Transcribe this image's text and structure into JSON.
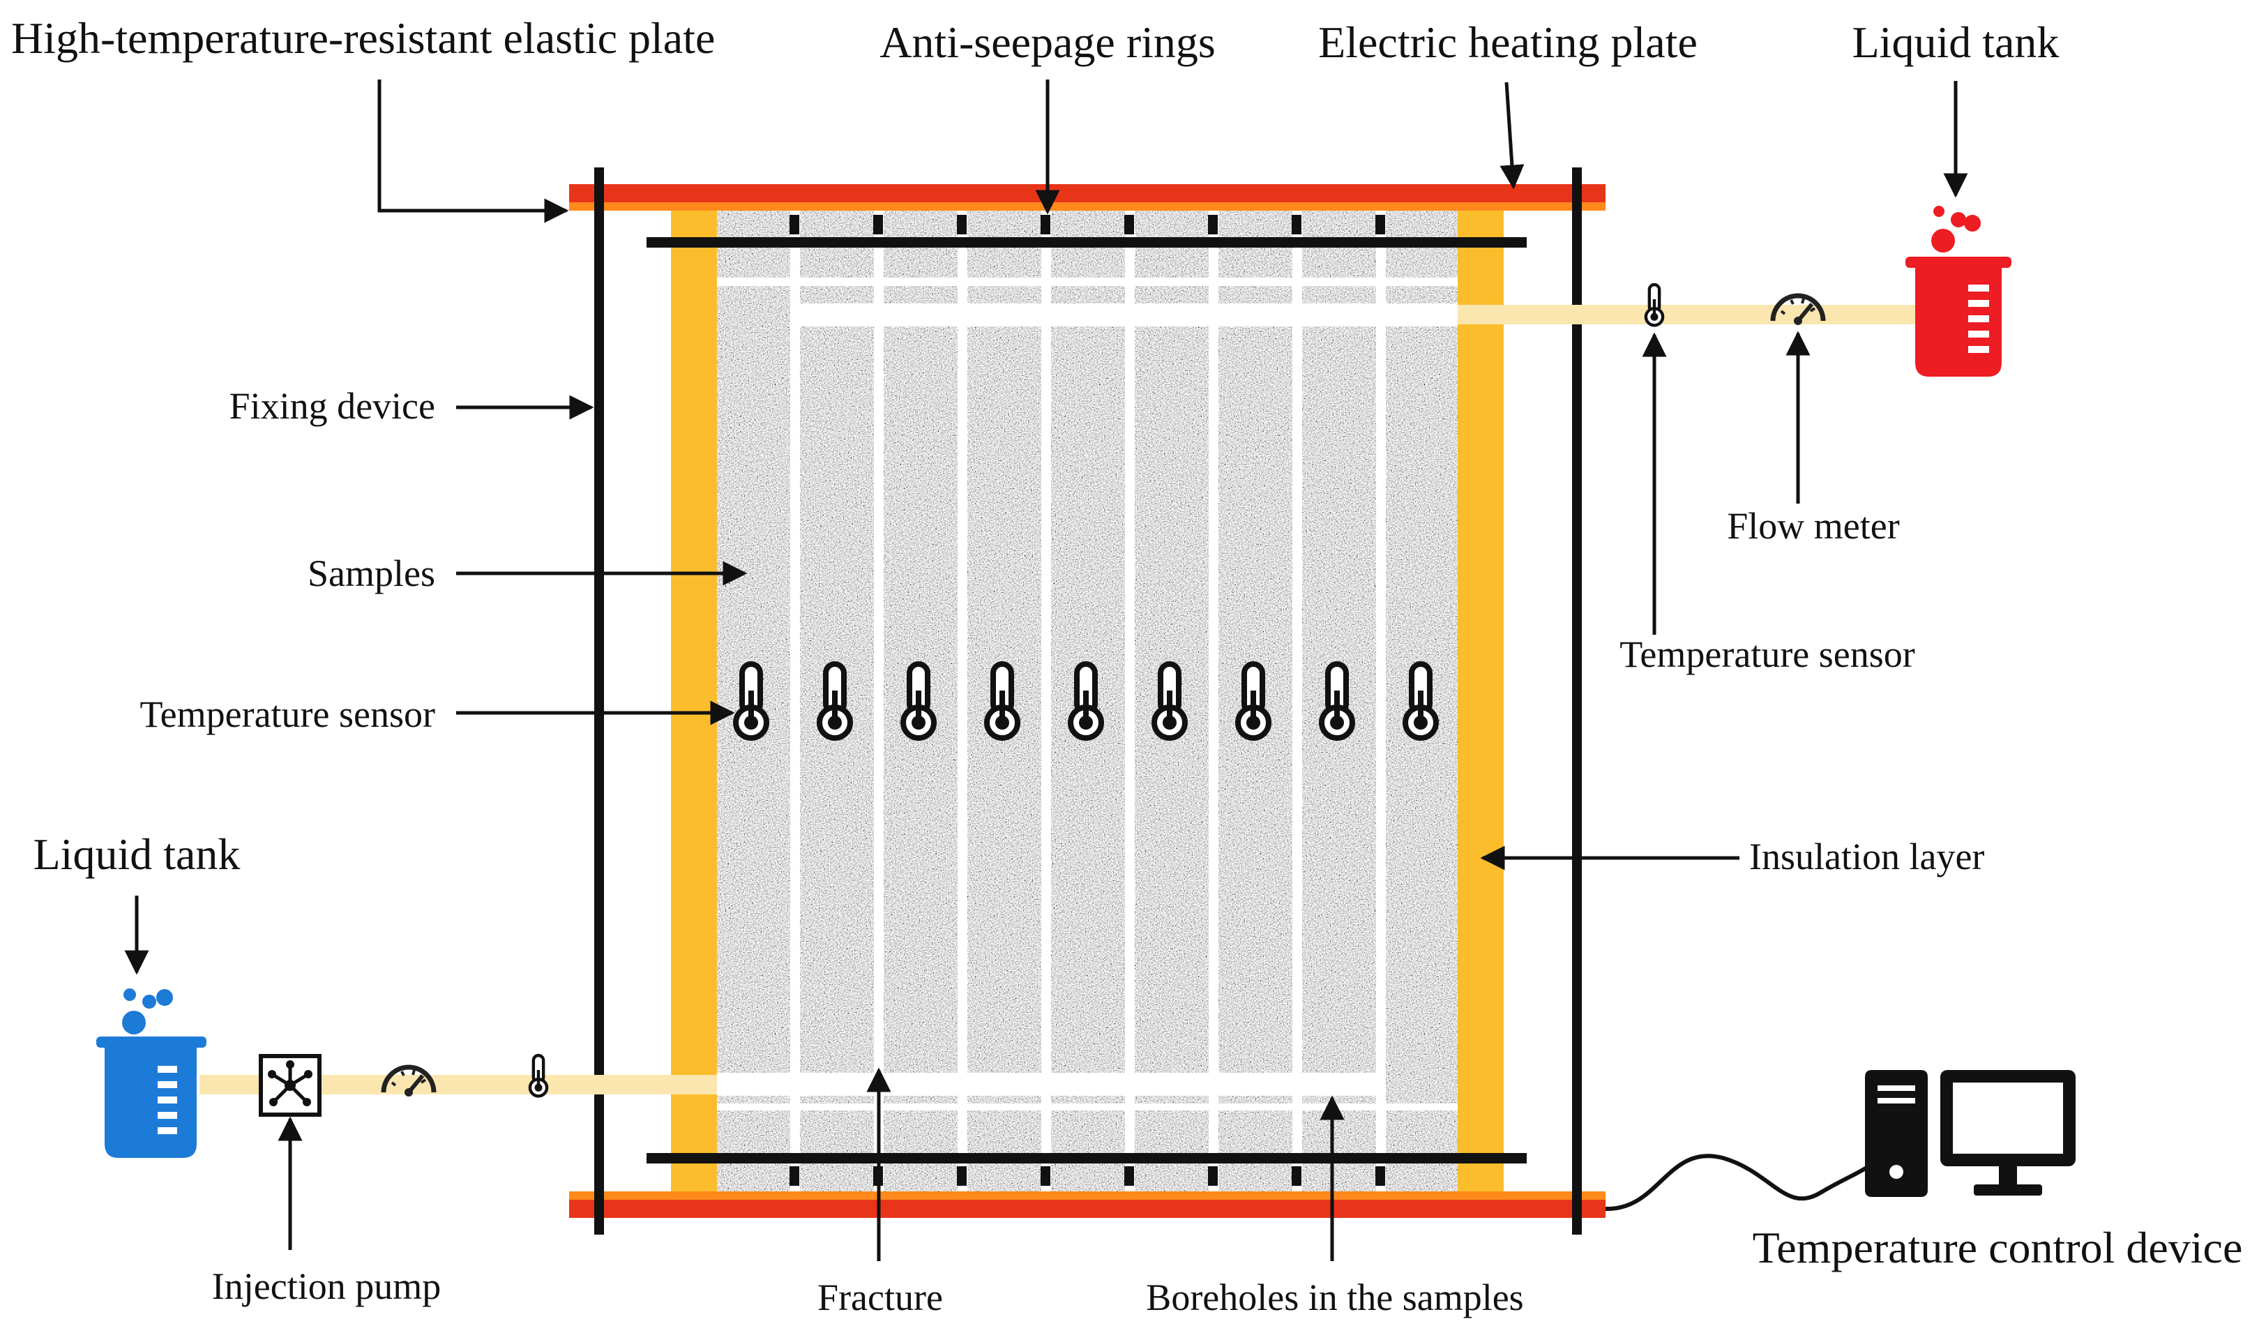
{
  "labels": {
    "elastic_plate": "High-temperature-resistant elastic plate",
    "anti_seepage_rings": "Anti-seepage rings",
    "heating_plate": "Electric heating plate",
    "liquid_tank_top": "Liquid tank",
    "fixing_device": "Fixing device",
    "samples": "Samples",
    "temp_sensor_left": "Temperature sensor",
    "flow_meter": "Flow meter",
    "temp_sensor_right": "Temperature sensor",
    "insulation_layer": "Insulation layer",
    "liquid_tank_bottom": "Liquid tank",
    "injection_pump": "Injection pump",
    "fracture": "Fracture",
    "boreholes": "Boreholes  in the samples",
    "temp_control": "Temperature control device"
  },
  "colors": {
    "heating_red": "#e8351a",
    "heating_orange": "#ff8a1c",
    "insulation": "#fbbd2c",
    "pipe": "#fbe6b0",
    "tank_red": "#ee1c23",
    "tank_blue": "#1d7bd8",
    "granite_base": "#a7a7a7"
  },
  "icons": [
    "thermometer-icon",
    "pressure-gauge-icon",
    "beaker-icon",
    "pump-icon",
    "computer-icon",
    "monitor-icon"
  ]
}
